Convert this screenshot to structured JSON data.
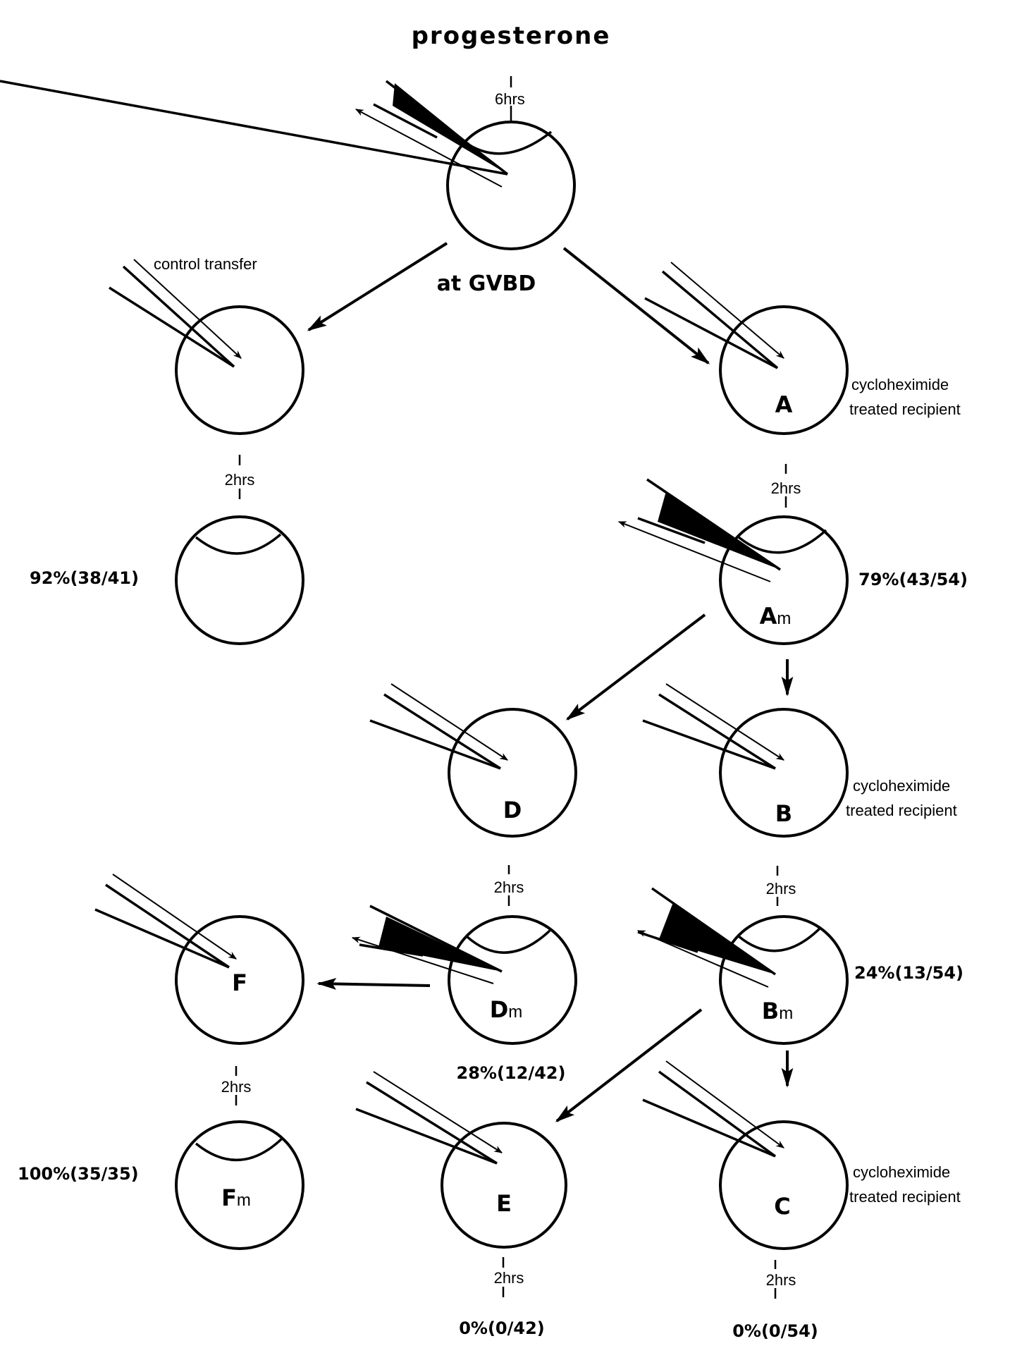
{
  "title": "progesterone",
  "donor_label": "at GVBD",
  "donor_interval": "6hrs",
  "control": {
    "label": "control transfer",
    "interval": "2hrs",
    "result": "92%(38/41)"
  },
  "recipient_note": {
    "line1": "cycloheximide",
    "line2": "treated recipient"
  },
  "oocytes": {
    "A": {
      "letter": "A",
      "sub": ""
    },
    "Am": {
      "letter": "A",
      "sub": "m",
      "result": "79%(43/54)"
    },
    "B": {
      "letter": "B",
      "sub": ""
    },
    "Bm": {
      "letter": "B",
      "sub": "m",
      "result": "24%(13/54)"
    },
    "C": {
      "letter": "C",
      "sub": "",
      "result": "0%(0/54)"
    },
    "D": {
      "letter": "D",
      "sub": ""
    },
    "Dm": {
      "letter": "D",
      "sub": "m",
      "result": "28%(12/42)"
    },
    "E": {
      "letter": "E",
      "sub": "",
      "result": "0%(0/42)"
    },
    "F": {
      "letter": "F",
      "sub": ""
    },
    "Fm": {
      "letter": "F",
      "sub": "m",
      "result": "100%(35/35)"
    }
  },
  "intervals": {
    "A_to_Am": "2hrs",
    "B_to_Bm": "2hrs",
    "D_to_Dm": "2hrs",
    "F_to_Fm": "2hrs",
    "E_after": "2hrs",
    "C_after": "2hrs"
  },
  "icons": {
    "withdraw_pipette": "cytoplasm-withdrawal-pipette-icon",
    "inject_pipette": "cytoplasm-injection-pipette-icon",
    "germinal_vesicle_cap": "maturation-spot-icon"
  }
}
